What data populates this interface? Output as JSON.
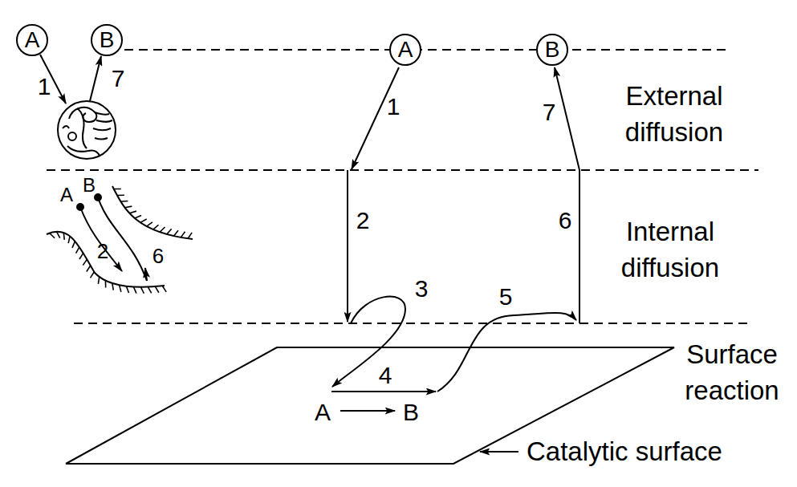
{
  "diagram": {
    "nodes": [
      {
        "text": [
          "A"
        ]
      },
      {
        "text": [
          "B"
        ]
      },
      {
        "text": [
          "A"
        ]
      },
      {
        "text": [
          "B"
        ]
      }
    ],
    "labels": [
      "1",
      "7",
      "External diffusion",
      "1",
      "7",
      "A",
      "B",
      "2",
      "6",
      "2",
      "6",
      "Internal diffusion",
      "3",
      "5",
      "Surface reaction",
      "4",
      "A",
      "B",
      "Catalytic surface"
    ]
  }
}
